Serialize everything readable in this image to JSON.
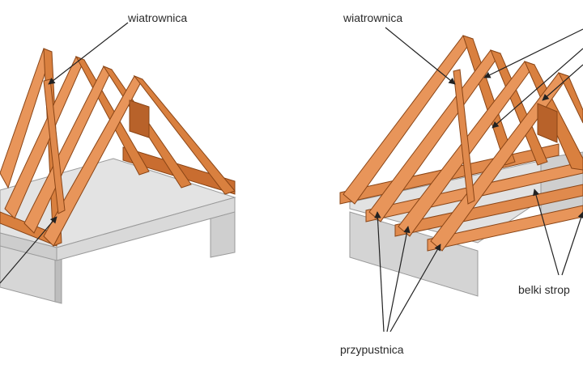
{
  "labels": {
    "left_wind_brace": "wiatrownica",
    "right_wind_brace": "wiatrownica",
    "purlin_post": "przypustnica",
    "floor_beams": "belki strop"
  },
  "colors": {
    "timber_light": "#e8955a",
    "timber_mid": "#d9803f",
    "timber_dark": "#b8622a",
    "timber_edge": "#8a4516",
    "concrete_top": "#e2e2e2",
    "concrete_front": "#d0d0d0",
    "concrete_side": "#bdbdbd",
    "concrete_edge": "#9a9a9a",
    "arrow": "#222222"
  }
}
